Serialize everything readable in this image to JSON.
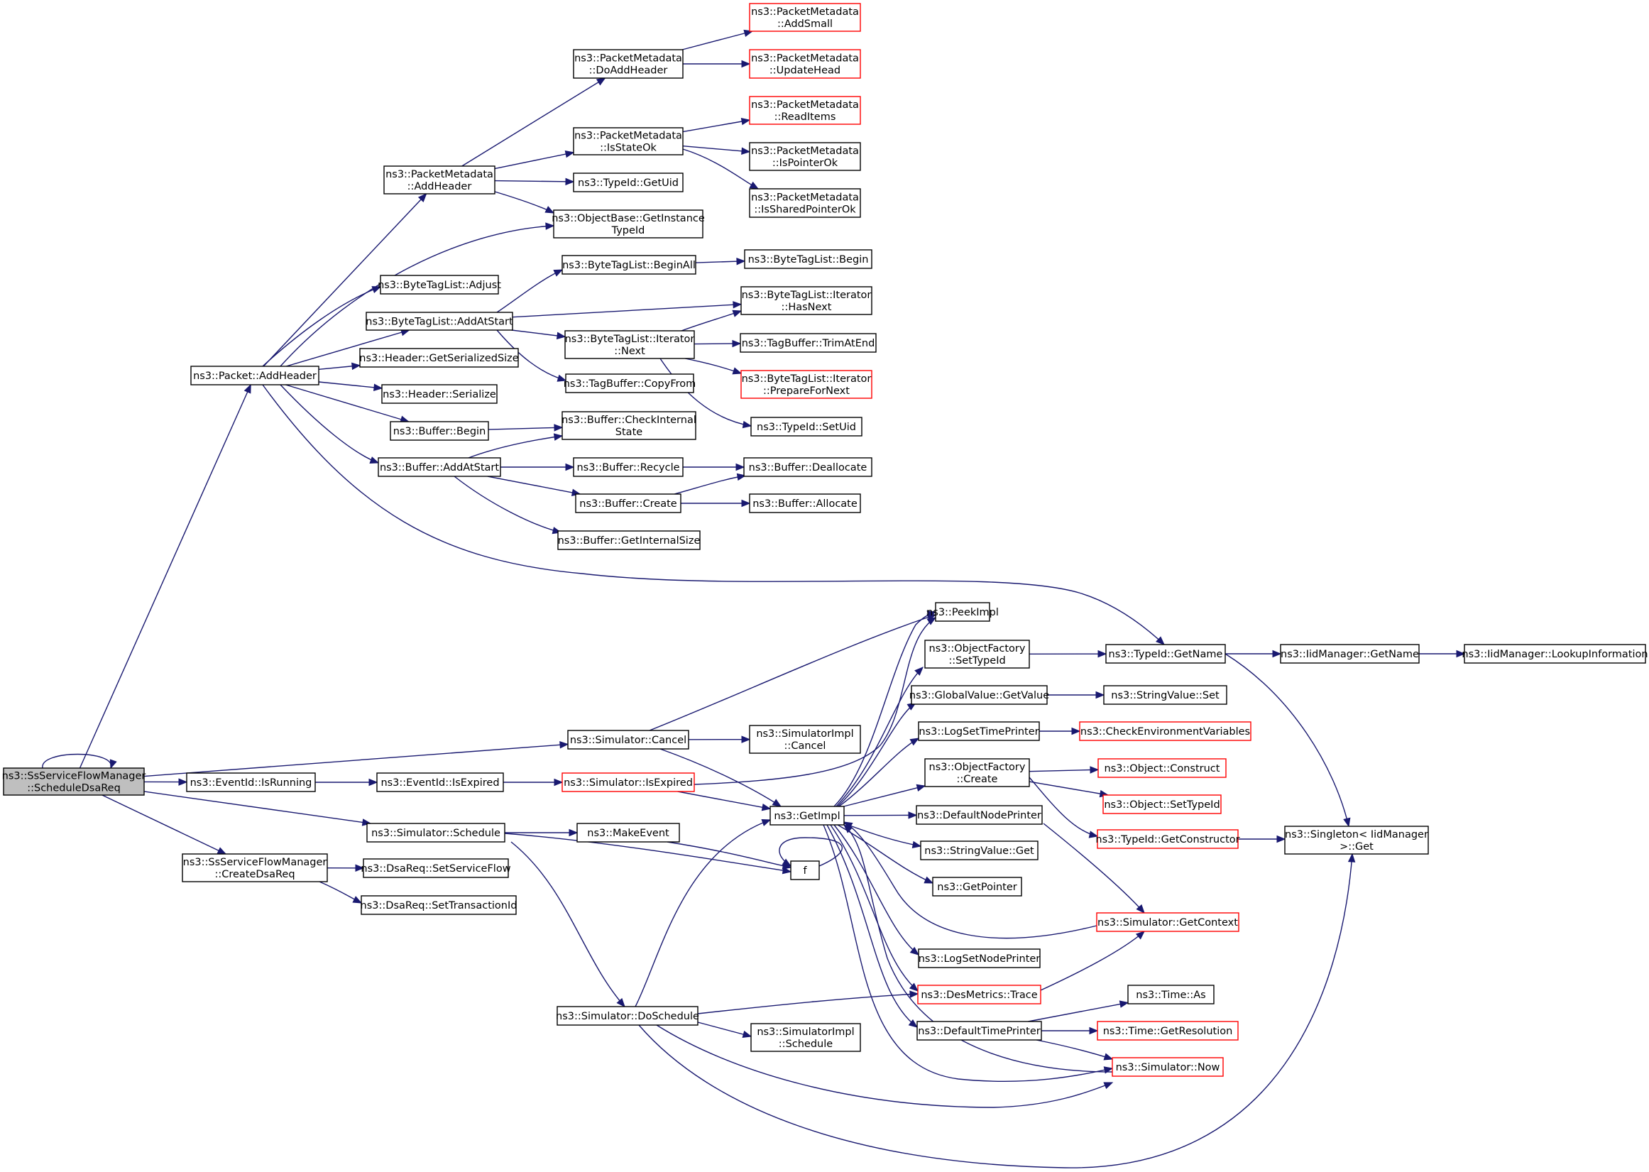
{
  "colors": {
    "edge": "#191970",
    "border_normal": "#000000",
    "border_truncated": "#ff0000",
    "root_fill": "#bfbfbf",
    "node_fill": "#ffffff",
    "text": "#000000"
  },
  "nodes": [
    {
      "id": "root",
      "lines": [
        "ns3::SsServiceFlowManager",
        "::ScheduleDsaReq"
      ],
      "kind": "root"
    },
    {
      "id": "addHeaderPkt",
      "lines": [
        "ns3::Packet::AddHeader"
      ],
      "kind": "normal"
    },
    {
      "id": "pmAddHeader",
      "lines": [
        "ns3::PacketMetadata",
        "::AddHeader"
      ],
      "kind": "normal"
    },
    {
      "id": "pmDoAddHeader",
      "lines": [
        "ns3::PacketMetadata",
        "::DoAddHeader"
      ],
      "kind": "normal"
    },
    {
      "id": "pmAddSmall",
      "lines": [
        "ns3::PacketMetadata",
        "::AddSmall"
      ],
      "kind": "truncated"
    },
    {
      "id": "pmUpdateHead",
      "lines": [
        "ns3::PacketMetadata",
        "::UpdateHead"
      ],
      "kind": "truncated"
    },
    {
      "id": "pmIsStateOk",
      "lines": [
        "ns3::PacketMetadata",
        "::IsStateOk"
      ],
      "kind": "normal"
    },
    {
      "id": "pmReadItems",
      "lines": [
        "ns3::PacketMetadata",
        "::ReadItems"
      ],
      "kind": "truncated"
    },
    {
      "id": "pmIsPointerOk",
      "lines": [
        "ns3::PacketMetadata",
        "::IsPointerOk"
      ],
      "kind": "normal"
    },
    {
      "id": "pmIsSharedPointerOk",
      "lines": [
        "ns3::PacketMetadata",
        "::IsSharedPointerOk"
      ],
      "kind": "normal"
    },
    {
      "id": "typeIdGetUid",
      "lines": [
        "ns3::TypeId::GetUid"
      ],
      "kind": "normal"
    },
    {
      "id": "objBaseGetInstanceTypeId",
      "lines": [
        "ns3::ObjectBase::GetInstance",
        "TypeId"
      ],
      "kind": "normal"
    },
    {
      "id": "btlAdjust",
      "lines": [
        "ns3::ByteTagList::Adjust"
      ],
      "kind": "normal"
    },
    {
      "id": "btlAddAtStart",
      "lines": [
        "ns3::ByteTagList::AddAtStart"
      ],
      "kind": "normal"
    },
    {
      "id": "btlBeginAll",
      "lines": [
        "ns3::ByteTagList::BeginAll"
      ],
      "kind": "normal"
    },
    {
      "id": "btlBegin",
      "lines": [
        "ns3::ByteTagList::Begin"
      ],
      "kind": "normal"
    },
    {
      "id": "btlItHasNext",
      "lines": [
        "ns3::ByteTagList::Iterator",
        "::HasNext"
      ],
      "kind": "normal"
    },
    {
      "id": "btlItNext",
      "lines": [
        "ns3::ByteTagList::Iterator",
        "::Next"
      ],
      "kind": "normal"
    },
    {
      "id": "tagBufTrimAtEnd",
      "lines": [
        "ns3::TagBuffer::TrimAtEnd"
      ],
      "kind": "normal"
    },
    {
      "id": "btlItPrepareForNext",
      "lines": [
        "ns3::ByteTagList::Iterator",
        "::PrepareForNext"
      ],
      "kind": "truncated"
    },
    {
      "id": "tagBufCopyFrom",
      "lines": [
        "ns3::TagBuffer::CopyFrom"
      ],
      "kind": "normal"
    },
    {
      "id": "typeIdSetUid",
      "lines": [
        "ns3::TypeId::SetUid"
      ],
      "kind": "normal"
    },
    {
      "id": "hdrGetSerializedSize",
      "lines": [
        "ns3::Header::GetSerializedSize"
      ],
      "kind": "normal"
    },
    {
      "id": "hdrSerialize",
      "lines": [
        "ns3::Header::Serialize"
      ],
      "kind": "normal"
    },
    {
      "id": "bufBegin",
      "lines": [
        "ns3::Buffer::Begin"
      ],
      "kind": "normal"
    },
    {
      "id": "bufCheckInternalState",
      "lines": [
        "ns3::Buffer::CheckInternal",
        "State"
      ],
      "kind": "normal"
    },
    {
      "id": "bufAddAtStart",
      "lines": [
        "ns3::Buffer::AddAtStart"
      ],
      "kind": "normal"
    },
    {
      "id": "bufRecycle",
      "lines": [
        "ns3::Buffer::Recycle"
      ],
      "kind": "normal"
    },
    {
      "id": "bufDeallocate",
      "lines": [
        "ns3::Buffer::Deallocate"
      ],
      "kind": "normal"
    },
    {
      "id": "bufCreate",
      "lines": [
        "ns3::Buffer::Create"
      ],
      "kind": "normal"
    },
    {
      "id": "bufAllocate",
      "lines": [
        "ns3::Buffer::Allocate"
      ],
      "kind": "normal"
    },
    {
      "id": "bufGetInternalSize",
      "lines": [
        "ns3::Buffer::GetInternalSize"
      ],
      "kind": "normal"
    },
    {
      "id": "peekImpl",
      "lines": [
        "ns3::PeekImpl"
      ],
      "kind": "normal"
    },
    {
      "id": "objFactorySetTypeId",
      "lines": [
        "ns3::ObjectFactory",
        "::SetTypeId"
      ],
      "kind": "normal"
    },
    {
      "id": "typeIdGetName",
      "lines": [
        "ns3::TypeId::GetName"
      ],
      "kind": "normal"
    },
    {
      "id": "iidMgrGetName",
      "lines": [
        "ns3::IidManager::GetName"
      ],
      "kind": "normal"
    },
    {
      "id": "iidMgrLookupInformation",
      "lines": [
        "ns3::IidManager::LookupInformation"
      ],
      "kind": "normal"
    },
    {
      "id": "globalValueGetValue",
      "lines": [
        "ns3::GlobalValue::GetValue"
      ],
      "kind": "normal"
    },
    {
      "id": "stringValueSet",
      "lines": [
        "ns3::StringValue::Set"
      ],
      "kind": "normal"
    },
    {
      "id": "logSetTimePrinter",
      "lines": [
        "ns3::LogSetTimePrinter"
      ],
      "kind": "normal"
    },
    {
      "id": "checkEnvironmentVariables",
      "lines": [
        "ns3::CheckEnvironmentVariables"
      ],
      "kind": "truncated"
    },
    {
      "id": "simCancel",
      "lines": [
        "ns3::Simulator::Cancel"
      ],
      "kind": "normal"
    },
    {
      "id": "simImplCancel",
      "lines": [
        "ns3::SimulatorImpl",
        "::Cancel"
      ],
      "kind": "normal"
    },
    {
      "id": "objFactoryCreate",
      "lines": [
        "ns3::ObjectFactory",
        "::Create"
      ],
      "kind": "normal"
    },
    {
      "id": "objectConstruct",
      "lines": [
        "ns3::Object::Construct"
      ],
      "kind": "truncated"
    },
    {
      "id": "objectSetTypeId",
      "lines": [
        "ns3::Object::SetTypeId"
      ],
      "kind": "truncated"
    },
    {
      "id": "eventIdIsRunning",
      "lines": [
        "ns3::EventId::IsRunning"
      ],
      "kind": "normal"
    },
    {
      "id": "eventIdIsExpired",
      "lines": [
        "ns3::EventId::IsExpired"
      ],
      "kind": "normal"
    },
    {
      "id": "simIsExpired",
      "lines": [
        "ns3::Simulator::IsExpired"
      ],
      "kind": "truncated"
    },
    {
      "id": "getImpl",
      "lines": [
        "ns3::GetImpl"
      ],
      "kind": "normal"
    },
    {
      "id": "defaultNodePrinter",
      "lines": [
        "ns3::DefaultNodePrinter"
      ],
      "kind": "normal"
    },
    {
      "id": "typeIdGetConstructor",
      "lines": [
        "ns3::TypeId::GetConstructor"
      ],
      "kind": "truncated"
    },
    {
      "id": "singletonGet",
      "lines": [
        "ns3::Singleton< IidManager",
        " >::Get"
      ],
      "kind": "normal"
    },
    {
      "id": "simSchedule",
      "lines": [
        "ns3::Simulator::Schedule"
      ],
      "kind": "normal"
    },
    {
      "id": "makeEvent",
      "lines": [
        "ns3::MakeEvent"
      ],
      "kind": "normal"
    },
    {
      "id": "stringValueGet",
      "lines": [
        "ns3::StringValue::Get"
      ],
      "kind": "normal"
    },
    {
      "id": "ssCreateDsaReq",
      "lines": [
        "ns3::SsServiceFlowManager",
        "::CreateDsaReq"
      ],
      "kind": "normal"
    },
    {
      "id": "dsaReqSetServiceFlow",
      "lines": [
        "ns3::DsaReq::SetServiceFlow"
      ],
      "kind": "normal"
    },
    {
      "id": "fFunc",
      "lines": [
        "f"
      ],
      "kind": "normal"
    },
    {
      "id": "getPointer",
      "lines": [
        "ns3::GetPointer"
      ],
      "kind": "normal"
    },
    {
      "id": "dsaReqSetTransactionId",
      "lines": [
        "ns3::DsaReq::SetTransactionId"
      ],
      "kind": "normal"
    },
    {
      "id": "simGetContext",
      "lines": [
        "ns3::Simulator::GetContext"
      ],
      "kind": "truncated"
    },
    {
      "id": "logSetNodePrinter",
      "lines": [
        "ns3::LogSetNodePrinter"
      ],
      "kind": "normal"
    },
    {
      "id": "desMetricsTrace",
      "lines": [
        "ns3::DesMetrics::Trace"
      ],
      "kind": "truncated"
    },
    {
      "id": "timeAs",
      "lines": [
        "ns3::Time::As"
      ],
      "kind": "normal"
    },
    {
      "id": "simDoSchedule",
      "lines": [
        "ns3::Simulator::DoSchedule"
      ],
      "kind": "normal"
    },
    {
      "id": "defaultTimePrinter",
      "lines": [
        "ns3::DefaultTimePrinter"
      ],
      "kind": "normal"
    },
    {
      "id": "timeGetResolution",
      "lines": [
        "ns3::Time::GetResolution"
      ],
      "kind": "truncated"
    },
    {
      "id": "simImplSchedule",
      "lines": [
        "ns3::SimulatorImpl",
        "::Schedule"
      ],
      "kind": "normal"
    },
    {
      "id": "simNow",
      "lines": [
        "ns3::Simulator::Now"
      ],
      "kind": "truncated"
    }
  ],
  "edges": [
    [
      "root",
      "root"
    ],
    [
      "root",
      "addHeaderPkt"
    ],
    [
      "root",
      "simCancel"
    ],
    [
      "root",
      "eventIdIsRunning"
    ],
    [
      "root",
      "simSchedule"
    ],
    [
      "root",
      "ssCreateDsaReq"
    ],
    [
      "addHeaderPkt",
      "pmAddHeader"
    ],
    [
      "addHeaderPkt",
      "objBaseGetInstanceTypeId"
    ],
    [
      "addHeaderPkt",
      "btlAdjust"
    ],
    [
      "addHeaderPkt",
      "btlAddAtStart"
    ],
    [
      "addHeaderPkt",
      "hdrGetSerializedSize"
    ],
    [
      "addHeaderPkt",
      "hdrSerialize"
    ],
    [
      "addHeaderPkt",
      "bufBegin"
    ],
    [
      "addHeaderPkt",
      "bufAddAtStart"
    ],
    [
      "addHeaderPkt",
      "typeIdGetName"
    ],
    [
      "pmAddHeader",
      "pmDoAddHeader"
    ],
    [
      "pmAddHeader",
      "pmIsStateOk"
    ],
    [
      "pmAddHeader",
      "typeIdGetUid"
    ],
    [
      "pmAddHeader",
      "objBaseGetInstanceTypeId"
    ],
    [
      "pmDoAddHeader",
      "pmAddSmall"
    ],
    [
      "pmDoAddHeader",
      "pmUpdateHead"
    ],
    [
      "pmIsStateOk",
      "pmReadItems"
    ],
    [
      "pmIsStateOk",
      "pmIsPointerOk"
    ],
    [
      "pmIsStateOk",
      "pmIsSharedPointerOk"
    ],
    [
      "btlAddAtStart",
      "btlBeginAll"
    ],
    [
      "btlAddAtStart",
      "btlItHasNext"
    ],
    [
      "btlAddAtStart",
      "btlItNext"
    ],
    [
      "btlAddAtStart",
      "tagBufCopyFrom"
    ],
    [
      "btlBeginAll",
      "btlBegin"
    ],
    [
      "btlItNext",
      "btlItHasNext"
    ],
    [
      "btlItNext",
      "tagBufTrimAtEnd"
    ],
    [
      "btlItNext",
      "btlItPrepareForNext"
    ],
    [
      "btlItNext",
      "typeIdSetUid"
    ],
    [
      "bufBegin",
      "bufCheckInternalState"
    ],
    [
      "bufAddAtStart",
      "bufCheckInternalState"
    ],
    [
      "bufAddAtStart",
      "bufRecycle"
    ],
    [
      "bufAddAtStart",
      "bufCreate"
    ],
    [
      "bufAddAtStart",
      "bufGetInternalSize"
    ],
    [
      "bufRecycle",
      "bufDeallocate"
    ],
    [
      "bufCreate",
      "bufDeallocate"
    ],
    [
      "bufCreate",
      "bufAllocate"
    ],
    [
      "simCancel",
      "peekImpl"
    ],
    [
      "simCancel",
      "simImplCancel"
    ],
    [
      "simCancel",
      "getImpl"
    ],
    [
      "eventIdIsRunning",
      "eventIdIsExpired"
    ],
    [
      "eventIdIsExpired",
      "simIsExpired"
    ],
    [
      "simIsExpired",
      "peekImpl"
    ],
    [
      "simIsExpired",
      "getImpl"
    ],
    [
      "getImpl",
      "peekImpl"
    ],
    [
      "getImpl",
      "objFactorySetTypeId"
    ],
    [
      "getImpl",
      "globalValueGetValue"
    ],
    [
      "getImpl",
      "logSetTimePrinter"
    ],
    [
      "getImpl",
      "objFactoryCreate"
    ],
    [
      "getImpl",
      "defaultNodePrinter"
    ],
    [
      "getImpl",
      "stringValueGet"
    ],
    [
      "getImpl",
      "getPointer"
    ],
    [
      "getImpl",
      "logSetNodePrinter"
    ],
    [
      "getImpl",
      "desMetricsTrace"
    ],
    [
      "getImpl",
      "defaultTimePrinter"
    ],
    [
      "getImpl",
      "simNow"
    ],
    [
      "objFactorySetTypeId",
      "typeIdGetName"
    ],
    [
      "typeIdGetName",
      "iidMgrGetName"
    ],
    [
      "typeIdGetName",
      "singletonGet"
    ],
    [
      "iidMgrGetName",
      "iidMgrLookupInformation"
    ],
    [
      "globalValueGetValue",
      "stringValueSet"
    ],
    [
      "logSetTimePrinter",
      "checkEnvironmentVariables"
    ],
    [
      "objFactoryCreate",
      "objectConstruct"
    ],
    [
      "objFactoryCreate",
      "objectSetTypeId"
    ],
    [
      "objFactoryCreate",
      "typeIdGetConstructor"
    ],
    [
      "typeIdGetConstructor",
      "singletonGet"
    ],
    [
      "defaultNodePrinter",
      "simGetContext"
    ],
    [
      "simGetContext",
      "getImpl"
    ],
    [
      "desMetricsTrace",
      "simGetContext"
    ],
    [
      "defaultTimePrinter",
      "timeAs"
    ],
    [
      "defaultTimePrinter",
      "timeGetResolution"
    ],
    [
      "defaultTimePrinter",
      "simNow"
    ],
    [
      "simNow",
      "getImpl"
    ],
    [
      "simSchedule",
      "makeEvent"
    ],
    [
      "simSchedule",
      "fFunc"
    ],
    [
      "simSchedule",
      "simDoSchedule"
    ],
    [
      "makeEvent",
      "fFunc"
    ],
    [
      "fFunc",
      "fFunc"
    ],
    [
      "ssCreateDsaReq",
      "dsaReqSetServiceFlow"
    ],
    [
      "ssCreateDsaReq",
      "dsaReqSetTransactionId"
    ],
    [
      "simDoSchedule",
      "getImpl"
    ],
    [
      "simDoSchedule",
      "desMetricsTrace"
    ],
    [
      "simDoSchedule",
      "simImplSchedule"
    ],
    [
      "simDoSchedule",
      "simNow"
    ],
    [
      "simDoSchedule",
      "singletonGet"
    ]
  ]
}
